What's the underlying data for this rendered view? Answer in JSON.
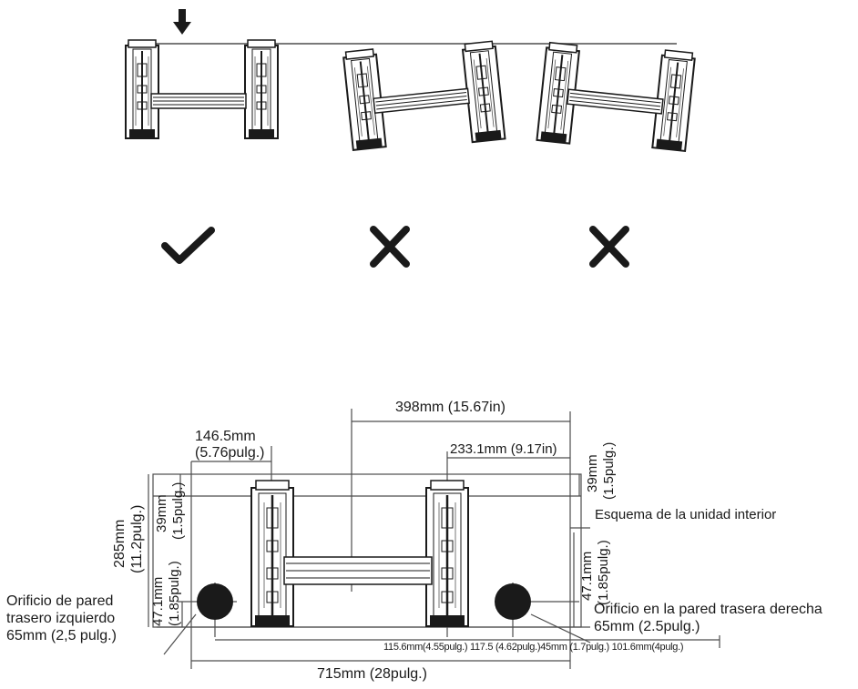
{
  "top_section": {
    "marks": [
      {
        "name": "correct-mark",
        "icon": "check-icon"
      },
      {
        "name": "wrong-mark-1",
        "icon": "cross-icon"
      },
      {
        "name": "wrong-mark-2",
        "icon": "cross-icon"
      }
    ],
    "arrow_icon": "down-arrow-icon"
  },
  "dimensions": {
    "width_398": "398mm (15.67in)",
    "left_1465_a": "146.5mm",
    "left_1465_b": "(5.76pulg.)",
    "right_2331": "233.1mm (9.17in)",
    "right_39_a": "39mm",
    "right_39_b": "(1.5pulg.)",
    "left_39_a": "39mm",
    "left_39_b": "(1.5pulg.)",
    "height_285_a": "285mm",
    "height_285_b": "(11.2pulg.)",
    "left_471_a": "47.1mm",
    "left_471_b": "(1.85pulg.)",
    "right_471_a": "47.1mm",
    "right_471_b": "(1.85pulg.)",
    "bottom_row": "115.6mm(4.55pulg.) 117.5 (4.62pulg.)45mm (1.7pulg.) 101.6mm(4pulg.)",
    "total_715": "715mm (28pulg.)"
  },
  "labels": {
    "indoor_outline": "Esquema de la unidad interior",
    "left_hole_1": "Orificio de pared",
    "left_hole_2": "trasero izquierdo",
    "left_hole_3": "65mm (2,5 pulg.)",
    "right_hole_1": "Orificio en la pared trasera derecha",
    "right_hole_2": "65mm (2.5pulg.)"
  },
  "colors": {
    "ink": "#1a1a1a",
    "line": "#4d4d4d"
  }
}
